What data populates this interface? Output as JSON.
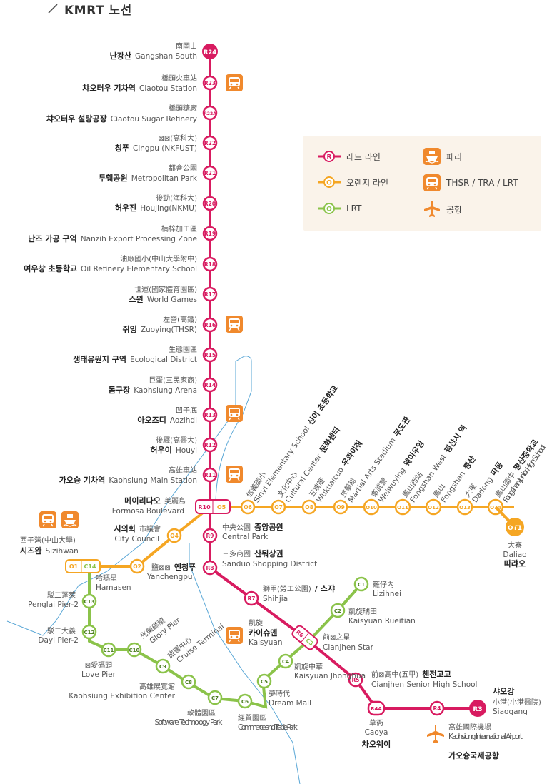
{
  "page": {
    "title": "KMRT 노선"
  },
  "colors": {
    "red": "#d81b60",
    "orange": "#f5a623",
    "green": "#8bc34a",
    "water": "#5aa7d6",
    "icon_orange": "#f0892d",
    "legend_bg": "#faf3ea"
  },
  "legend": {
    "red_line": {
      "code": "R",
      "label": "레드 라인"
    },
    "orange_line": {
      "code": "O",
      "label": "오렌지 라인"
    },
    "lrt_line": {
      "code": "O",
      "label": "LRT"
    },
    "ferry": {
      "icon": "ferry-icon",
      "label": "페리"
    },
    "train": {
      "icon": "train-icon",
      "label": "THSR / TRA / LRT"
    },
    "airport": {
      "icon": "airplane-icon",
      "label": "공항"
    }
  },
  "stations": {
    "R24": {
      "code": "R24",
      "zh": "南岡山",
      "ko": "난강산",
      "en": "Gangshan South"
    },
    "R23": {
      "code": "R23",
      "zh": "橋頭火車站",
      "ko": "챠오터우 기차역",
      "en": "Ciaotou Station"
    },
    "R22A": {
      "code": "R22A",
      "zh": "橋頭糖廠",
      "ko": "챠오터우 설탕공장",
      "en": "Ciaotou Sugar Refinery"
    },
    "R22": {
      "code": "R22",
      "zh": "⊠⊠(高科大)",
      "ko": "칭푸",
      "en": "Cingpu (NKFUST)"
    },
    "R21": {
      "code": "R21",
      "zh": "都會公園",
      "ko": "두훼공원",
      "en": "Metropolitan Park"
    },
    "R20": {
      "code": "R20",
      "zh": "後勁(海科大)",
      "ko": "허우진",
      "en": "Houjing(NKMU)"
    },
    "R19": {
      "code": "R19",
      "zh": "楠梓加工區",
      "ko": "난즈 가공 구역",
      "en": "Nanzih Export Processing Zone"
    },
    "R18": {
      "code": "R18",
      "zh": "油廠國小(中山大學附中)",
      "ko": "여우창 초등학교",
      "en": "Oil Refinery Elementary School"
    },
    "R17": {
      "code": "R17",
      "zh": "世運(國家體育園區)",
      "ko": "스윈",
      "en": "World Games"
    },
    "R16": {
      "code": "R16",
      "zh": "左營(高鐵)",
      "ko": "쥐잉",
      "en": "Zuoying(THSR)"
    },
    "R15": {
      "code": "R15",
      "zh": "生態園區",
      "ko": "생태유원지 구역",
      "en": "Ecological District"
    },
    "R14": {
      "code": "R14",
      "zh": "巨蛋(三民家商)",
      "ko": "돔구장",
      "en": "Kaohsiung Arena"
    },
    "R13": {
      "code": "R13",
      "zh": "凹子底",
      "ko": "아오즈디",
      "en": "Aozihdi"
    },
    "R12": {
      "code": "R12",
      "zh": "後驛(高醫大)",
      "ko": "허우이",
      "en": "Houyi"
    },
    "R11": {
      "code": "R11",
      "zh": "高雄車站",
      "ko": "가오슝 기차역",
      "en": "Kaohsiung Main Station"
    },
    "R10": {
      "code": "R10",
      "code2": "O5",
      "zh": "美麗島",
      "ko": "메이리다오",
      "en": "Formosa Boulevard"
    },
    "R9": {
      "code": "R9",
      "zh": "中央公園",
      "ko": "중앙공원",
      "en": "Central Park"
    },
    "R8": {
      "code": "R8",
      "zh": "三多商圈",
      "ko": "산둬상권",
      "en": "Sanduo Shopping District"
    },
    "R7": {
      "code": "R7",
      "zh": "獅甲(勞工公園)",
      "ko": "/ 스쟈",
      "en": "Shihjia"
    },
    "R6": {
      "code": "R6",
      "code2": "C3",
      "zh": "前⊠之星",
      "en": "Cianjhen Star"
    },
    "R5": {
      "code": "R5",
      "zh": "前⊠高中(五甲)",
      "ko": "첸전고교",
      "en": "Cianjhen Senior High School"
    },
    "R4A": {
      "code": "R4A",
      "zh": "草衙",
      "ko": "차오웨이",
      "en": "Caoya"
    },
    "R4": {
      "code": "R4",
      "zh": "高雄國際機場",
      "ko": "가오슝국제공항",
      "en": "Kaohsiung International Airport"
    },
    "R3": {
      "code": "R3",
      "zh": "小港(小港醫院)",
      "ko": "샤오강",
      "en": "Siaogang"
    },
    "O6": {
      "code": "O6",
      "zh": "信義國小",
      "ko": "신이 초등학교",
      "en": "Sinyi Elementary School"
    },
    "O7": {
      "code": "O7",
      "zh": "文化中心",
      "ko": "문화센터",
      "en": "Cultural Center"
    },
    "O8": {
      "code": "O8",
      "zh": "五塊厝",
      "ko": "우콰이춰",
      "en": "Wukuaicuo"
    },
    "O9": {
      "code": "O9",
      "zh": "技擊館",
      "ko": "무도관",
      "en": "Martial Arts Stadium"
    },
    "O10": {
      "code": "O10",
      "zh": "衛武營",
      "ko": "웨이우잉",
      "en": "Weiwuying"
    },
    "O11": {
      "code": "O11",
      "zh": "鳳山西站",
      "ko": "펑산시 역",
      "en": "Fongshan West"
    },
    "O12": {
      "code": "O12",
      "zh": "鳳山",
      "ko": "펑산",
      "en": "Fongshan"
    },
    "O13": {
      "code": "O13",
      "zh": "大東",
      "ko": "따동",
      "en": "Dadong"
    },
    "O14": {
      "code": "O14",
      "zh": "鳳山國中",
      "ko": "펑산중학교",
      "en": "Fongshan Junior High School"
    },
    "OT1": {
      "code": "OT1",
      "zh": "大寮",
      "ko": "따랴오",
      "en": "Daliao"
    },
    "O4": {
      "code": "O4",
      "zh": "市議會",
      "ko": "시의회",
      "en": "City Council"
    },
    "O2": {
      "code": "O2",
      "zh": "鹽⊠⊠",
      "ko": "옌청푸",
      "en": "Yanchengpu"
    },
    "O1": {
      "code": "O1",
      "code2": "C14",
      "zh": "西子灣(中山大學)",
      "ko": "시즈완",
      "en": "Sizihwan"
    },
    "C13": {
      "code": "C13",
      "zh": "駁二蓬萊",
      "en": "Penglai Pier-2"
    },
    "C12": {
      "code": "C12",
      "zh": "駁二大義",
      "en": "Dayi Pier-2"
    },
    "C11": {
      "code": "C11",
      "zh": "⊠愛碼頭",
      "en": "Love Pier"
    },
    "C14x": {
      "code": "C14",
      "zh": "哈瑪星",
      "en": "Hamasen"
    },
    "C10": {
      "code": "C10",
      "zh": "光榮碼頭",
      "en": "Glory Pier"
    },
    "C9": {
      "code": "C9",
      "zh": "旅運中心",
      "en": "Cruise Terminal"
    },
    "C8": {
      "code": "C8",
      "zh": "高雄展覽館",
      "en": "Kaohsiung Exhibition Center"
    },
    "C7": {
      "code": "C7",
      "zh": "軟體園區",
      "en": "Software Technology Park"
    },
    "C6": {
      "code": "C6",
      "zh": "經貿園區",
      "en": "Commerce and Trade Park"
    },
    "C5": {
      "code": "C5",
      "zh": "夢時代",
      "en": "Dream Mall"
    },
    "C4": {
      "code": "C4",
      "zh": "凱旋中華",
      "en": "Kaisyuan Jhonghua"
    },
    "C2": {
      "code": "C2",
      "zh": "凱旋瑞田",
      "en": "Kaisyuan Rueitian"
    },
    "C1": {
      "code": "C1",
      "zh": "籬仔內",
      "en": "Lizihnei"
    },
    "KS": {
      "zh": "凱旋",
      "ko": "카이슈엔",
      "en": "Kaisyuan"
    }
  }
}
